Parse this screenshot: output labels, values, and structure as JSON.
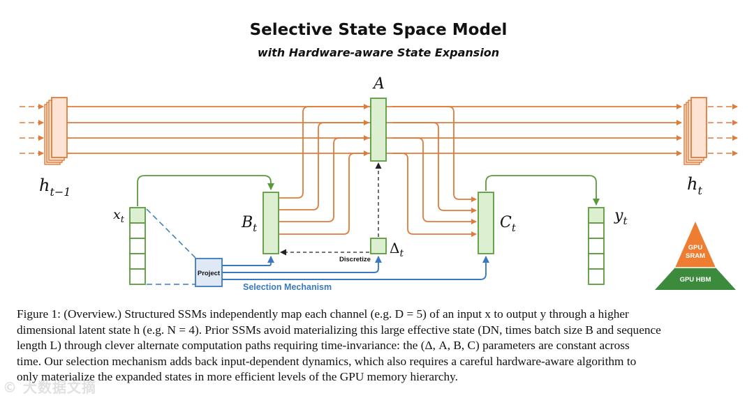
{
  "figure": {
    "title": "Selective State Space Model",
    "subtitle": "with Hardware-aware State Expansion",
    "labels": {
      "A": "A",
      "h_prev_main": "h",
      "h_prev_sub": "t−1",
      "h_next_main": "h",
      "h_next_sub": "t",
      "x_main": "x",
      "x_sub": "t",
      "y_main": "y",
      "y_sub": "t",
      "B_main": "B",
      "B_sub": "t",
      "C_main": "C",
      "C_sub": "t",
      "delta_main": "Δ",
      "delta_sub": "t",
      "project": "Project",
      "discretize": "Discretize",
      "selection_mechanism": "Selection Mechanism"
    },
    "pyramid": {
      "top_line1": "GPU",
      "top_line2": "SRAM",
      "bottom": "GPU HBM"
    },
    "colors": {
      "orange": "#e07b39",
      "orange_fill": "#fde3d3",
      "green": "#5a9a3c",
      "green_fill": "#dcefd0",
      "blue": "#3b78c2",
      "blue_fill": "#dfe9f6",
      "pyramid_top": "#ee7d31",
      "pyramid_bottom": "#3c8a3c"
    }
  },
  "caption": {
    "lines": [
      "Figure 1: (Overview.) Structured SSMs independently map each channel (e.g. D = 5) of an input x to output y through a higher",
      "dimensional latent state h (e.g. N = 4). Prior SSMs avoid materializing this large effective state (DN, times batch size B and sequence",
      "length L) through clever alternate computation paths requiring time-invariance: the (Δ, A, B, C) parameters are constant across",
      "time. Our selection mechanism adds back input-dependent dynamics, which also requires a careful hardware-aware algorithm to",
      "only materialize the expanded states in more efficient levels of the GPU memory hierarchy."
    ]
  },
  "watermark": "© 大数据文摘"
}
